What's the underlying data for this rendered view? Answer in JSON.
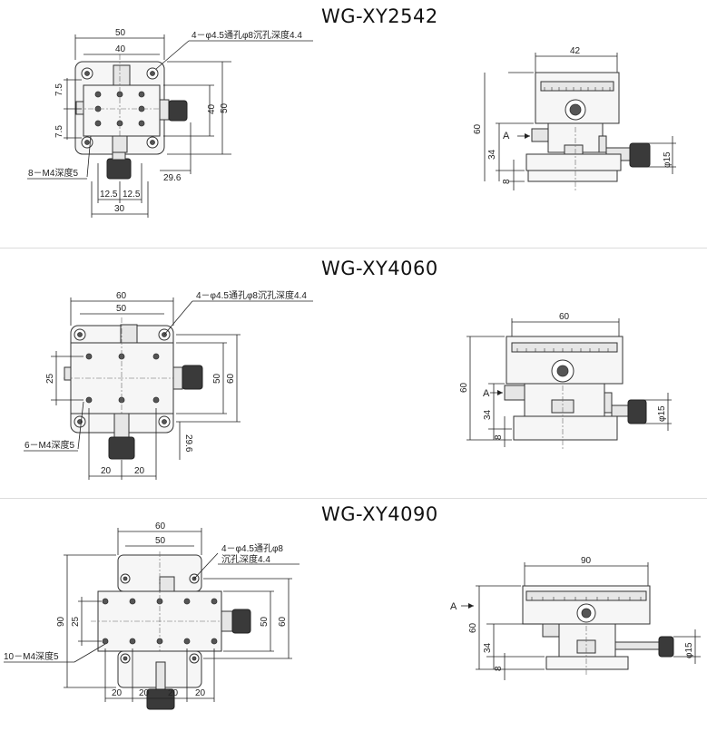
{
  "sections": [
    {
      "title": "WG-XY2542",
      "top": {
        "d50": "50",
        "d40": "40",
        "d40v": "40",
        "d50v": "50",
        "d7a": "7.5",
        "d7b": "7.5",
        "d296": "29.6",
        "d125a": "12.5",
        "d125b": "12.5",
        "d30": "30",
        "hole_note": "4－φ4.5通孔φ8沉孔深度4.4",
        "tap_note": "8－M4深度5"
      },
      "side": {
        "d42": "42",
        "d60": "60",
        "d34": "34",
        "d8": "8",
        "d15": "φ15",
        "A": "A"
      }
    },
    {
      "title": "WG-XY4060",
      "top": {
        "d60": "60",
        "d50": "50",
        "d25": "25",
        "d50v": "50",
        "d60v": "60",
        "d296": "29.6",
        "d20a": "20",
        "d20b": "20",
        "hole_note": "4－φ4.5通孔φ8沉孔深度4.4",
        "tap_note": "6－M4深度5"
      },
      "side": {
        "d60": "60",
        "d60v": "60",
        "d34": "34",
        "d8": "8",
        "d15": "φ15",
        "A": "A"
      }
    },
    {
      "title": "WG-XY4090",
      "top": {
        "d60": "60",
        "d50": "50",
        "d90": "90",
        "d25": "25",
        "d50v": "50",
        "d60v": "60",
        "d20a": "20",
        "d20b": "20",
        "d20c": "20",
        "d20d": "20",
        "hole_note1": "4－φ4.5通孔φ8",
        "hole_note2": "沉孔深度4.4",
        "tap_note": "10－M4深度5"
      },
      "side": {
        "d90": "90",
        "d60": "60",
        "d34": "34",
        "d8": "8",
        "d15": "φ15",
        "A": "A"
      }
    }
  ]
}
